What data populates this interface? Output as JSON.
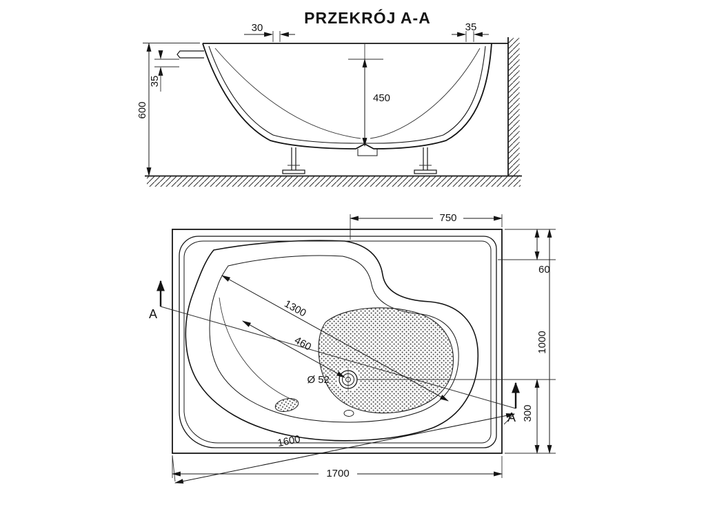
{
  "title": "PRZEKRÓJ A-A",
  "colors": {
    "line": "#141414",
    "thin_line": "#2e2e2e",
    "texture_dots": "#4a4a4a",
    "background": "#ffffff"
  },
  "section_view": {
    "dimensions": {
      "rim_width_front": "30",
      "rim_width_wall": "35",
      "rim_edge_height": "35",
      "inner_depth": "450",
      "overall_height": "600"
    }
  },
  "plan_view": {
    "dimensions": {
      "headrest_edge": "750",
      "wall_offset": "60",
      "overall_width": "1000",
      "drain_to_edge": "300",
      "inner_length": "1300",
      "inner_width": "460",
      "drain_diameter": "Ø 52",
      "front_edge_length": "1600",
      "overall_length": "1700"
    },
    "section_marker_left": "A",
    "section_marker_right": "A"
  }
}
